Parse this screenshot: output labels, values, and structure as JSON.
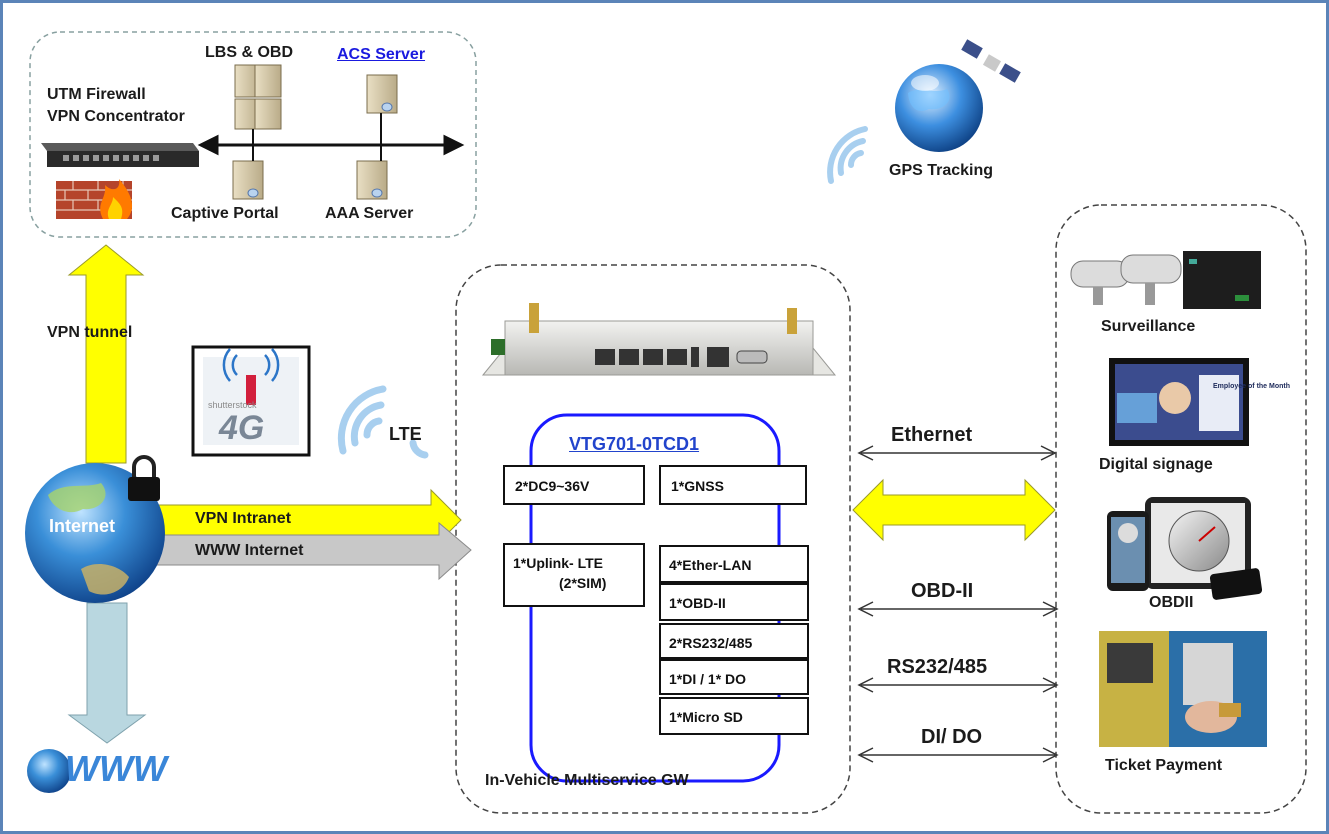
{
  "datacenter": {
    "utm_firewall": "UTM Firewall",
    "vpn_concentrator": "VPN Concentrator",
    "lbs_obd": "LBS & OBD",
    "acs_server": "ACS Server",
    "captive_portal": "Captive Portal",
    "aaa_server": "AAA Server"
  },
  "gps": {
    "label": "GPS Tracking"
  },
  "links": {
    "vpn_tunnel": "VPN tunnel",
    "lte": "LTE",
    "vpn_intranet": "VPN Intranet",
    "www_internet": "WWW Internet",
    "internet": "Internet",
    "www": "WWW",
    "lte_badge_text": "4G",
    "stock_watermark": "shutterstock"
  },
  "gateway": {
    "model": "VTG701-0TCD1",
    "caption": "In-Vehicle Multiservice GW",
    "power": "2*DC9~36V",
    "gnss": "1*GNSS",
    "uplink_line1": "1*Uplink- LTE",
    "uplink_line2": "(2*SIM)",
    "ports": [
      "4*Ether-LAN",
      "1*OBD-II",
      "2*RS232/485",
      "1*DI / 1* DO",
      "1*Micro SD"
    ]
  },
  "interfaces": {
    "ethernet": "Ethernet",
    "obd2": "OBD-II",
    "rs232": "RS232/485",
    "dido": "DI/ DO"
  },
  "devices": {
    "surveillance": "Surveillance",
    "digital_signage": "Digital signage",
    "obdii": "OBDII",
    "ticket_payment": "Ticket Payment",
    "signage_heading": "Employee of the Month"
  },
  "colors": {
    "frame": "#5b84b8",
    "yellow_arrow": "#ffff00",
    "grey_arrow": "#c8c8c8",
    "down_arrow": "#b9d7e0",
    "gateway_outline": "#1a1aff",
    "model_text": "#2244cc",
    "acs_link": "#1a1adf"
  }
}
